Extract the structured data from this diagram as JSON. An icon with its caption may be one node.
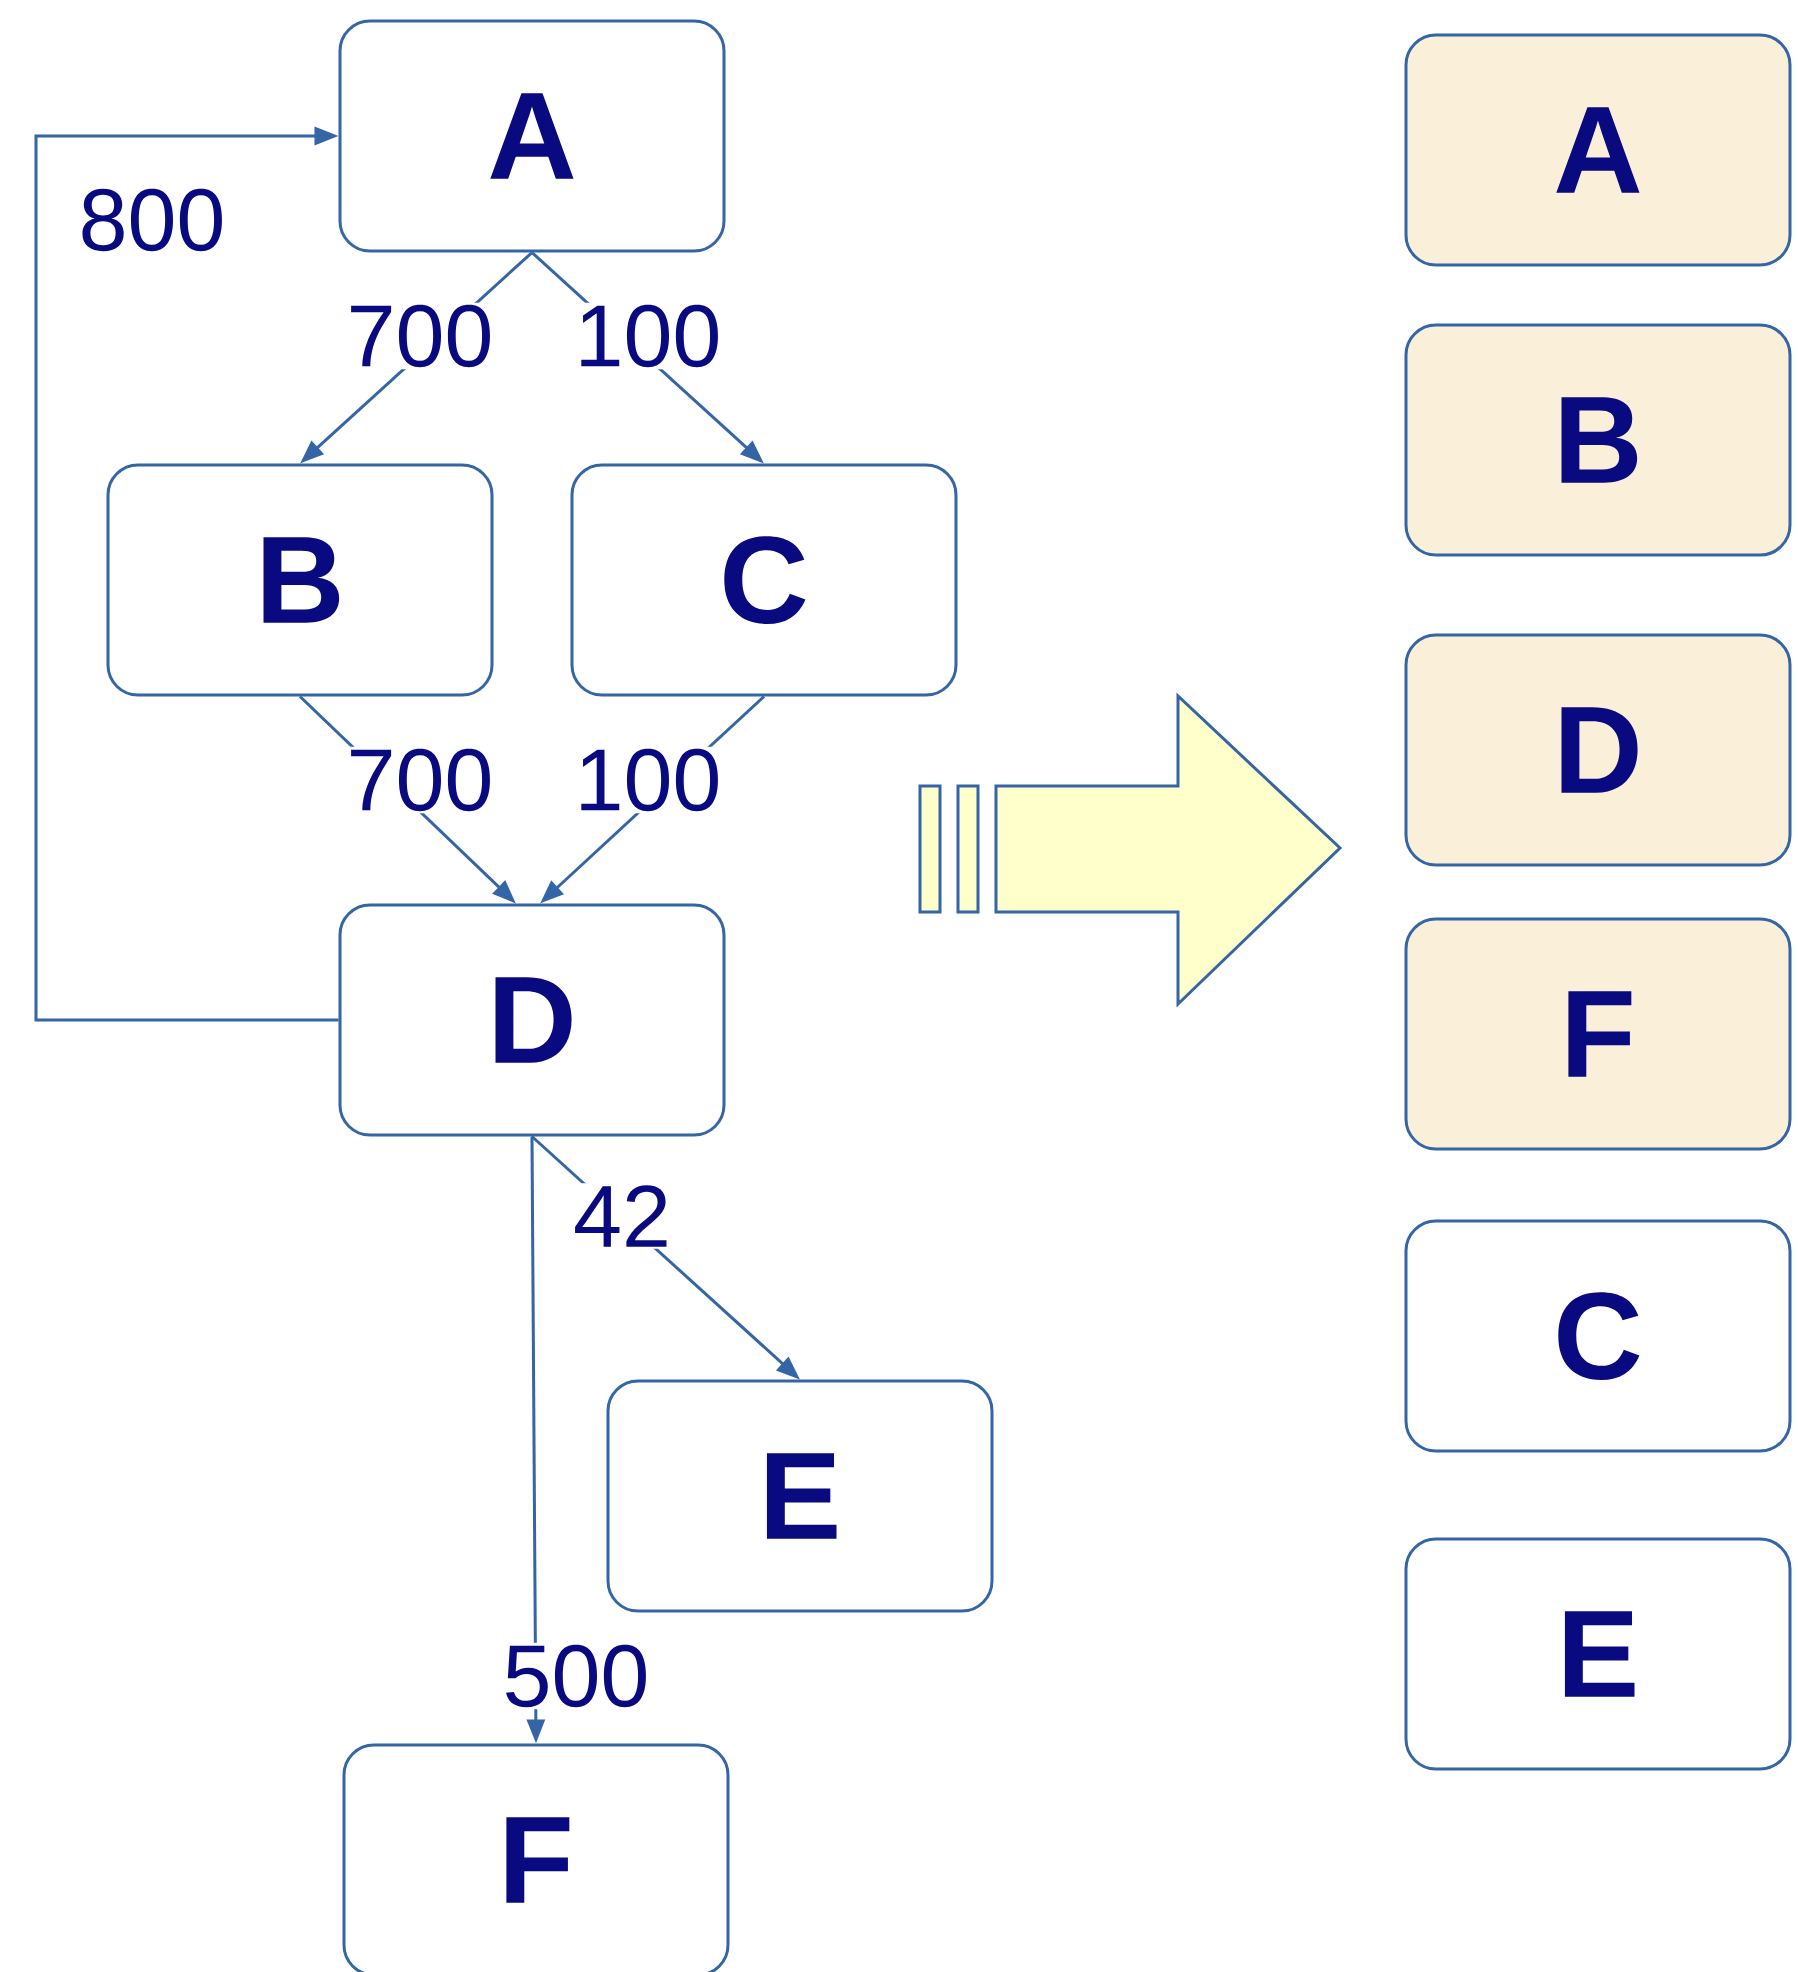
{
  "diagram": {
    "nodes": [
      {
        "text": [
          "A"
        ]
      },
      {
        "text": [
          "B"
        ]
      },
      {
        "text": [
          "C"
        ]
      },
      {
        "text": [
          "D"
        ]
      },
      {
        "text": [
          "E"
        ]
      },
      {
        "text": [
          "F"
        ]
      },
      {
        "text": [
          "A"
        ]
      },
      {
        "text": [
          "B"
        ]
      },
      {
        "text": [
          "D"
        ]
      },
      {
        "text": [
          "F"
        ]
      },
      {
        "text": [
          "C"
        ]
      },
      {
        "text": [
          "E"
        ]
      }
    ],
    "edges": [
      {
        "from": 0,
        "to": 1,
        "arrow": "to",
        "label": "700"
      },
      {
        "from": 0,
        "to": 2,
        "arrow": "to",
        "label": "100"
      },
      {
        "from": 1,
        "to": 3,
        "arrow": "to",
        "label": "700"
      },
      {
        "from": 2,
        "to": 3,
        "arrow": "to",
        "label": "100"
      },
      {
        "from": 3,
        "to": 0,
        "arrow": "to",
        "label": "800"
      },
      {
        "from": 3,
        "to": 4,
        "arrow": "to",
        "label": "42"
      },
      {
        "from": 3,
        "to": 5,
        "arrow": "to",
        "label": "500"
      }
    ]
  }
}
